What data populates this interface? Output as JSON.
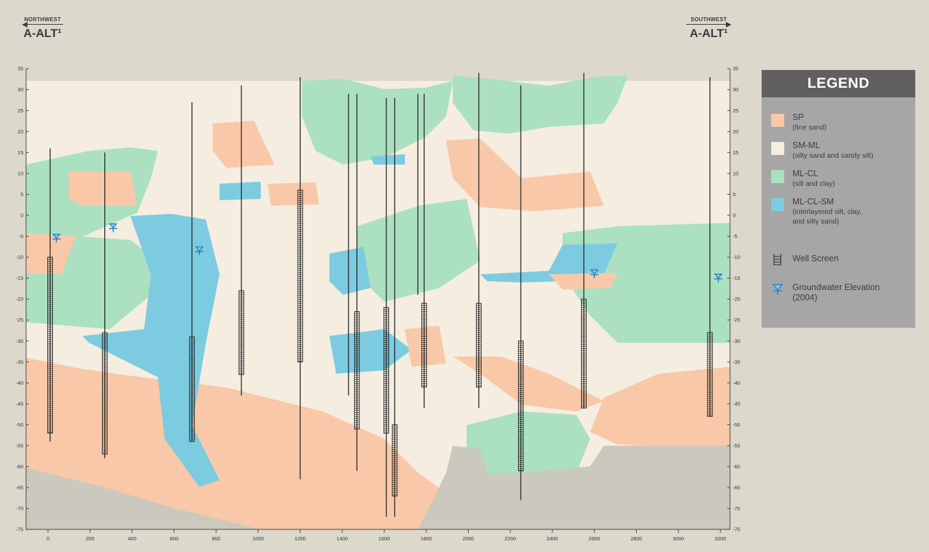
{
  "left_direction": {
    "small": "NORTHWEST",
    "big": "A-ALT¹"
  },
  "right_direction": {
    "small": "SOUTHWEST",
    "big": "A-ALT¹"
  },
  "y_ticks": [
    "35",
    "30",
    "25",
    "20",
    "15",
    "10",
    "5",
    "0",
    "-5",
    "-10",
    "-15",
    "-20",
    "-25",
    "-30",
    "-35",
    "-40",
    "-45",
    "-50",
    "-55",
    "-60",
    "-65",
    "-70",
    "-75"
  ],
  "x_ticks": [
    "0",
    "200",
    "400",
    "600",
    "800",
    "1000",
    "1200",
    "1400",
    "1600",
    "1800",
    "2000",
    "2200",
    "2400",
    "2600",
    "2800",
    "3000",
    "3200"
  ],
  "colors": {
    "SP": "#f9c8a8",
    "SM-ML": "#f4ede0",
    "ML-CL": "#abe0c0",
    "ML-CL-SM": "#7dcbe0",
    "bedrock": "#cbc8bd",
    "water": "#1f77c5"
  },
  "legend": {
    "title": "LEGEND",
    "items": [
      {
        "label": "SP",
        "desc": "(fine sand)",
        "color": "#f9c8a8"
      },
      {
        "label": "SM-ML",
        "desc": "(silty sand and sandy silt)",
        "color": "#f4ede0"
      },
      {
        "label": "ML-CL",
        "desc": "(silt and clay)",
        "color": "#abe0c0"
      },
      {
        "label": "ML-CL-SM",
        "desc": "(interlayered silt, clay,",
        "desc2": "and silty sand)",
        "color": "#7dcbe0"
      },
      {
        "label": "Well Screen",
        "icon": "well-screen-icon"
      },
      {
        "label": "Groundwater Elevation",
        "desc": "(2004)",
        "icon": "groundwater-icon"
      }
    ]
  },
  "wells": [
    {
      "x": 10,
      "top": 16,
      "bottom": -54,
      "screen_top": -10,
      "screen_bottom": -52
    },
    {
      "x": 270,
      "top": 15,
      "bottom": -58,
      "screen_top": -28,
      "screen_bottom": -57
    },
    {
      "x": 685,
      "top": 27,
      "bottom": -54,
      "screen_top": -29,
      "screen_bottom": -54
    },
    {
      "x": 920,
      "top": 31,
      "bottom": -43,
      "screen_top": -18,
      "screen_bottom": -38
    },
    {
      "x": 1200,
      "top": 33,
      "bottom": -63,
      "screen_top": 6,
      "screen_bottom": -35
    },
    {
      "x": 1430,
      "top": 29,
      "bottom": -43,
      "screen_top": null,
      "screen_bottom": null
    },
    {
      "x": 1470,
      "top": 29,
      "bottom": -61,
      "screen_top": -23,
      "screen_bottom": -51
    },
    {
      "x": 1610,
      "top": 28,
      "bottom": -72,
      "screen_top": -22,
      "screen_bottom": -52
    },
    {
      "x": 1650,
      "top": 28,
      "bottom": -72,
      "screen_top": -50,
      "screen_bottom": -67
    },
    {
      "x": 1760,
      "top": 29,
      "bottom": -19,
      "screen_top": null,
      "screen_bottom": null
    },
    {
      "x": 1790,
      "top": 29,
      "bottom": -46,
      "screen_top": -21,
      "screen_bottom": -41
    },
    {
      "x": 2050,
      "top": 34,
      "bottom": -46,
      "screen_top": -21,
      "screen_bottom": -41
    },
    {
      "x": 2250,
      "top": 31,
      "bottom": -68,
      "screen_top": -30,
      "screen_bottom": -61
    },
    {
      "x": 2550,
      "top": 34,
      "bottom": -46,
      "screen_top": -20,
      "screen_bottom": -46
    },
    {
      "x": 3150,
      "top": 33,
      "bottom": -48,
      "screen_top": -28,
      "screen_bottom": -48
    }
  ],
  "groundwater": [
    {
      "x": 40,
      "elev": -5.5
    },
    {
      "x": 310,
      "elev": -3
    },
    {
      "x": 720,
      "elev": -8.5
    },
    {
      "x": 2600,
      "elev": -14
    },
    {
      "x": 3190,
      "elev": -15
    }
  ]
}
